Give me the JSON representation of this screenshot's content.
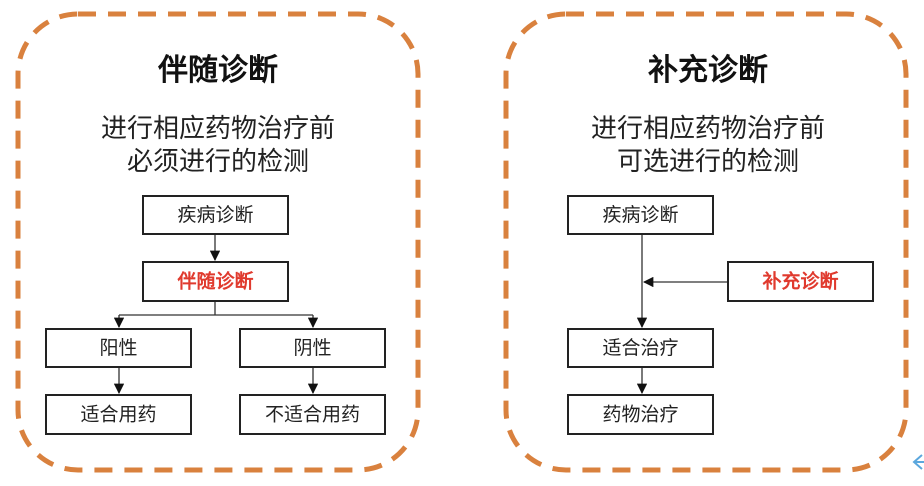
{
  "colors": {
    "border": "#D9813E",
    "highlight": "#E03A2E",
    "nav_arrow": "#5BA7DD"
  },
  "left": {
    "title": "伴随诊断",
    "subtitle": [
      "进行相应药物治疗前",
      "必须进行的检测"
    ],
    "nodes": {
      "disease": "疾病诊断",
      "companion": "伴随诊断",
      "positive": "阳性",
      "negative": "阴性",
      "suitable": "适合用药",
      "unsuitable": "不适合用药"
    }
  },
  "right": {
    "title": "补充诊断",
    "subtitle": [
      "进行相应药物治疗前",
      "可选进行的检测"
    ],
    "nodes": {
      "disease": "疾病诊断",
      "complementary": "补充诊断",
      "suitable": "适合治疗",
      "treatment": "药物治疗"
    }
  },
  "icons": {
    "nav": "arrow-left-icon"
  }
}
